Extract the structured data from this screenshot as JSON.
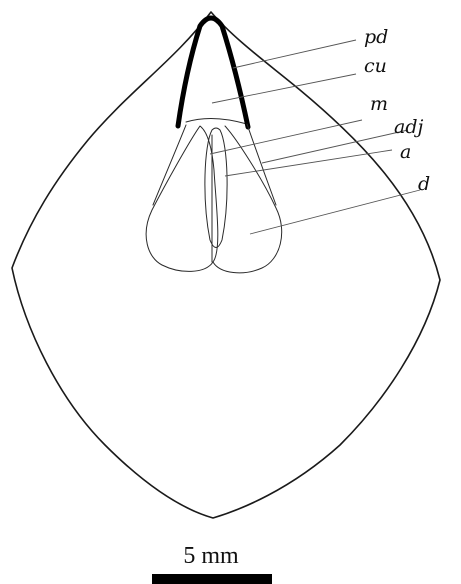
{
  "labels": {
    "pd": "pd",
    "cu": "cu",
    "m": "m",
    "adj": "adj",
    "a": "a",
    "d": "d"
  },
  "scale_bar": {
    "text": "5 mm"
  }
}
